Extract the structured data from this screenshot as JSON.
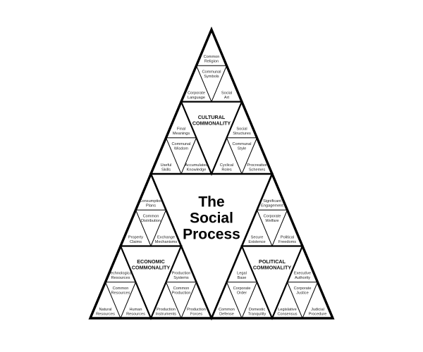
{
  "center": [
    "The",
    "Social",
    "Process"
  ],
  "sections": [
    {
      "name": "cultural",
      "title": [
        "CULTURAL",
        "COMMONALITY"
      ],
      "groups": [
        {
          "top": [
            "Common",
            "Religion"
          ],
          "center": [
            "Communal",
            "Symbols"
          ],
          "left": [
            "Corporate",
            "Language"
          ],
          "right": [
            "Social",
            "Art"
          ]
        },
        {
          "top": [
            "Final",
            "Meanings"
          ],
          "center": [
            "Communal",
            "Wisdom"
          ],
          "left": [
            "Useful",
            "Skills"
          ],
          "right": [
            "Accumulated",
            "Knowledge"
          ]
        },
        {
          "top": [
            "Social",
            "Structures"
          ],
          "center": [
            "Communal",
            "Style"
          ],
          "left": [
            "Cyclical",
            "Roles"
          ],
          "right": [
            "Procreative",
            "Schemes"
          ]
        }
      ]
    },
    {
      "name": "economic",
      "title": [
        "ECONOMIC",
        "COMMONALITY"
      ],
      "groups": [
        {
          "top": [
            "Consumption",
            "Plans"
          ],
          "center": [
            "Common",
            "Distribution"
          ],
          "left": [
            "Property",
            "Claims"
          ],
          "right": [
            "Exchange",
            "Mechanisms"
          ]
        },
        {
          "top": [
            "Technological",
            "Resources"
          ],
          "center": [
            "Common",
            "Resources"
          ],
          "left": [
            "Natural",
            "Resources"
          ],
          "right": [
            "Human",
            "Resources"
          ]
        },
        {
          "top": [
            "Production",
            "Systems"
          ],
          "center": [
            "Common",
            "Production"
          ],
          "left": [
            "Production",
            "Instruments"
          ],
          "right": [
            "Production",
            "Forces"
          ]
        }
      ]
    },
    {
      "name": "political",
      "title": [
        "POLITICAL",
        "COMMONALITY"
      ],
      "groups": [
        {
          "top": [
            "Significant",
            "Engagement"
          ],
          "center": [
            "Corporate",
            "Welfare"
          ],
          "left": [
            "Secure",
            "Existence"
          ],
          "right": [
            "Political",
            "Freedoms"
          ]
        },
        {
          "top": [
            "Legal",
            "Base"
          ],
          "center": [
            "Corporate",
            "Order"
          ],
          "left": [
            "Common",
            "Defense"
          ],
          "right": [
            "Domestic",
            "Tranquility"
          ]
        },
        {
          "top": [
            "Executive",
            "Authority"
          ],
          "center": [
            "Corporate",
            "Justice"
          ],
          "left": [
            "Legislative",
            "Consensus"
          ],
          "right": [
            "Judicial",
            "Procedure"
          ]
        }
      ]
    }
  ]
}
